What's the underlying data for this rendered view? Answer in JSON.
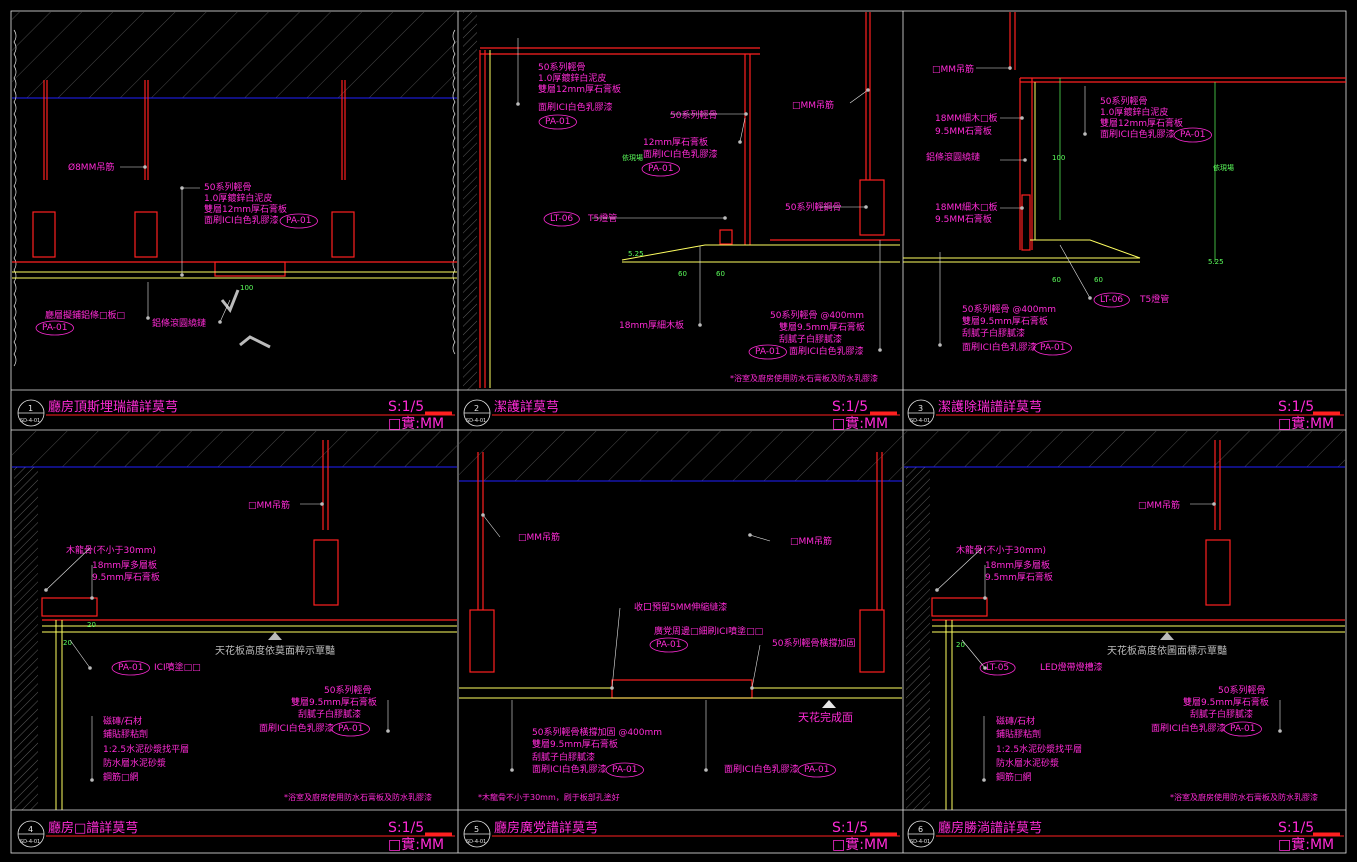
{
  "panels": [
    {
      "num": "1",
      "sheet": "SD-4-01",
      "title": "廳房頂斯埋瑞譜詳莫芎",
      "scale": "S:1/5",
      "unit": "□實:MM",
      "labels": [
        "Ø8MM吊筋",
        "50系列輕骨",
        "1.0厚鍍鋅白泥皮",
        "雙層12mm厚石膏板",
        "面刷ICI白色乳膠漆",
        "PA-01",
        "廳層擬鋪鋁條□板□",
        "PA-01",
        "鋁條滾圓繞鏈",
        "100"
      ],
      "note": ""
    },
    {
      "num": "2",
      "sheet": "SD-4-01",
      "title": "潔護詳莫芎",
      "scale": "S:1/5",
      "unit": "□實:MM",
      "labels": [
        "50系列輕骨",
        "1.0厚鍍鋅白泥皮",
        "雙層12mm厚石膏板",
        "面刷ICI白色乳膠漆",
        "PA-01",
        "50系列輕骨",
        "12mm厚石膏板",
        "面刷ICI白色乳膠漆",
        "PA-01",
        "□MM吊筋",
        "LT-06",
        "T5燈管",
        "50系列輕鋼骨",
        "18mm厚細木板",
        "50系列輕骨 @400mm",
        "雙層9.5mm厚石膏板",
        "刮膩子白膠膩漆",
        "面刷ICI白色乳膠漆",
        "PA-01",
        "60",
        "60",
        "5.25",
        "依現場"
      ],
      "note": "*浴室及廚房使用防水石膏板及防水乳膠漆"
    },
    {
      "num": "3",
      "sheet": "SD-4-01",
      "title": "潔護除瑞譜詳莫芎",
      "scale": "S:1/5",
      "unit": "□實:MM",
      "labels": [
        "□MM吊筋",
        "50系列輕骨",
        "1.0厚鍍鋅白泥皮",
        "雙層12mm厚石膏板",
        "面刷ICI白色乳膠漆",
        "PA-01",
        "18MM細木□板",
        "9.5MM石膏板",
        "鋁條滾圓繞鏈",
        "18MM細木□板",
        "9.5MM石膏板",
        "100",
        "LT-06",
        "T5燈管",
        "50系列輕骨 @400mm",
        "雙層9.5mm厚石膏板",
        "刮膩子白膠膩漆",
        "面刷ICI白色乳膠漆",
        "PA-01",
        "60",
        "60",
        "5.25",
        "依現場"
      ],
      "note": ""
    },
    {
      "num": "4",
      "sheet": "SD-4-01",
      "title": "廳房□譜詳莫芎",
      "scale": "S:1/5",
      "unit": "□實:MM",
      "labels": [
        "□MM吊筋",
        "木龍骨(不小于30mm)",
        "18mm厚多層板",
        "9.5mm厚石膏板",
        "天花板高度依莫面粹示覃豔",
        "PA-01",
        "ICI噴塗□□",
        "50系列輕骨",
        "雙層9.5mm厚石膏板",
        "刮膩子白膠膩漆",
        "面刷ICI白色乳膠漆",
        "PA-01",
        "磁磚/石材",
        "鋪貼膠粘劑",
        "1:2.5水泥砂漿找平層",
        "防水層水泥砂漿",
        "鋼筋□網",
        "20",
        "20"
      ],
      "note": "*浴室及廚房使用防水石膏板及防水乳膠漆"
    },
    {
      "num": "5",
      "sheet": "SD-4-01",
      "title": "廳房廣党譜詳莫芎",
      "scale": "S:1/5",
      "unit": "□實:MM",
      "labels": [
        "□MM吊筋",
        "□MM吊筋",
        "收口預留5MM伸縮縫漆",
        "廣党周邊□細刷ICI噴塗□□",
        "PA-01",
        "50系列輕骨橫撐加固",
        "天花完成面",
        "50系列輕骨橫撐加固 @400mm",
        "雙層9.5mm厚石膏板",
        "刮膩子白膠膩漆",
        "面刷ICI白色乳膠漆",
        "PA-01",
        "面刷ICI白色乳膠漆",
        "PA-01"
      ],
      "note": "*木龍骨不小于30mm，刷于板部孔塗好"
    },
    {
      "num": "6",
      "sheet": "SD-4-01",
      "title": "廳房勝淌譜詳莫芎",
      "scale": "S:1/5",
      "unit": "□實:MM",
      "labels": [
        "□MM吊筋",
        "木龍骨(不小于30mm)",
        "18mm厚多層板",
        "9.5mm厚石膏板",
        "天花板高度依圖面標示覃豔",
        "LT-05",
        "LED燈帶燈槽漆",
        "50系列輕骨",
        "雙層9.5mm厚石膏板",
        "刮膩子白膠膩漆",
        "面刷ICI白色乳膠漆",
        "PA-01",
        "磁磚/石材",
        "鋪貼膠粘劑",
        "1:2.5水泥砂漿找平層",
        "防水層水泥砂漿",
        "鋼筋□網",
        "20"
      ],
      "note": "*浴室及廚房使用防水石膏板及防水乳膠漆"
    }
  ],
  "colors": {
    "background": "#000000",
    "frame": "#e6e6e6",
    "accent": "#ff2bd6",
    "steel": "#ff2020",
    "ceiling": "#ffff60",
    "slab_line": "#2020ff",
    "dim": "#5cff5c"
  }
}
